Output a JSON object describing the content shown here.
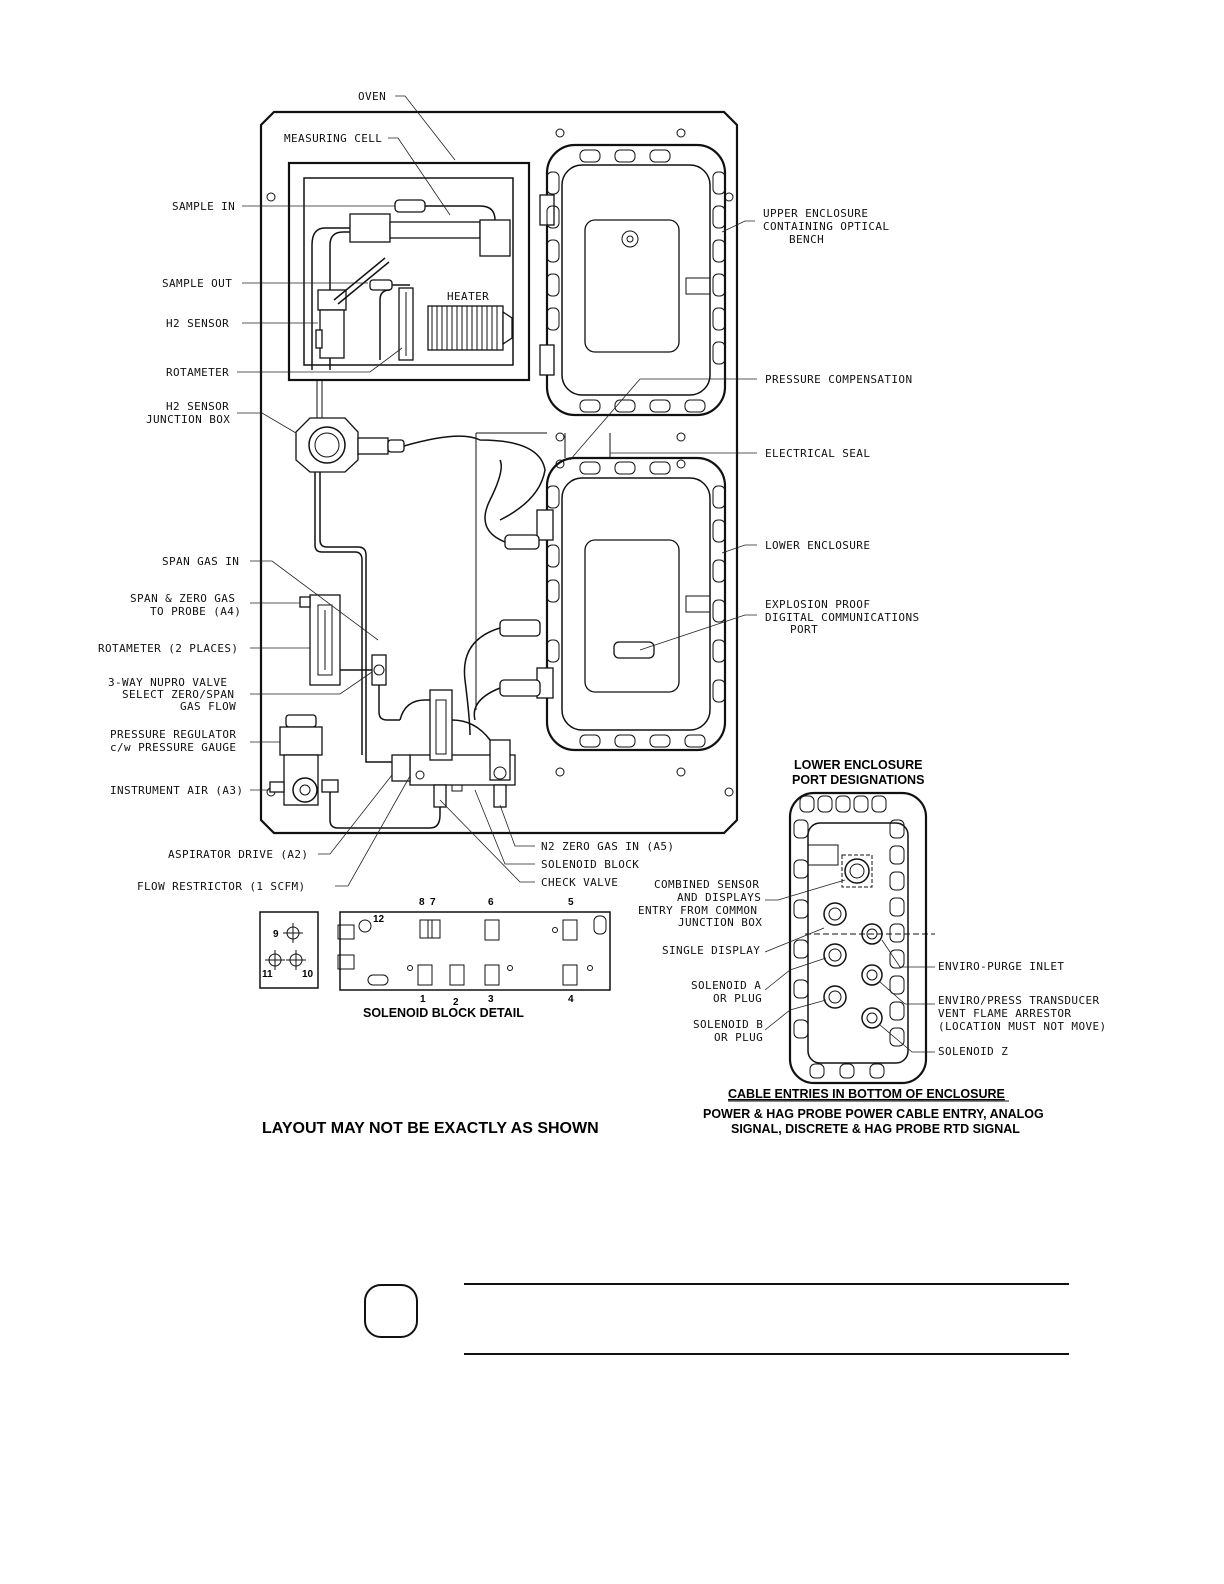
{
  "labels_left": {
    "oven": "OVEN",
    "measuring_cell": "MEASURING CELL",
    "sample_in": "SAMPLE IN",
    "sample_out": "SAMPLE OUT",
    "h2_sensor": "H2 SENSOR",
    "rotameter": "ROTAMETER",
    "h2_junction_1": "H2 SENSOR",
    "h2_junction_2": "JUNCTION BOX",
    "heater": "HEATER",
    "span_gas_in": "SPAN GAS IN",
    "span_zero_1": "SPAN & ZERO GAS",
    "span_zero_2": "TO PROBE (A4)",
    "rotameter_2": "ROTAMETER (2 PLACES)",
    "nupro_1": "3-WAY NUPRO VALVE",
    "nupro_2": "SELECT ZERO/SPAN",
    "nupro_3": "GAS FLOW",
    "pressure_reg_1": "PRESSURE REGULATOR",
    "pressure_reg_2": "c/w PRESSURE GAUGE",
    "instrument_air": "INSTRUMENT AIR (A3)",
    "aspirator_drive": "ASPIRATOR DRIVE (A2)",
    "flow_restrictor": "FLOW RESTRICTOR (1 SCFM)"
  },
  "labels_right": {
    "upper_1": "UPPER ENCLOSURE",
    "upper_2": "CONTAINING OPTICAL",
    "upper_3": "BENCH",
    "pressure_comp": "PRESSURE COMPENSATION",
    "electrical_seal": "ELECTRICAL SEAL",
    "lower_enclosure": "LOWER ENCLOSURE",
    "explosion_1": "EXPLOSION PROOF",
    "explosion_2": "DIGITAL COMMUNICATIONS",
    "explosion_3": "PORT",
    "n2_zero": "N2 ZERO GAS IN (A5)",
    "solenoid_block": "SOLENOID BLOCK",
    "check_valve": "CHECK VALVE"
  },
  "port_detail": {
    "title_1": "LOWER ENCLOSURE",
    "title_2": "PORT DESIGNATIONS",
    "combined_1": "COMBINED SENSOR",
    "combined_2": "AND DISPLAYS",
    "combined_3": "ENTRY FROM COMMON",
    "combined_4": "JUNCTION BOX",
    "single_display": "SINGLE DISPLAY",
    "solenoid_a_1": "SOLENOID A",
    "solenoid_a_2": "OR PLUG",
    "solenoid_b_1": "SOLENOID B",
    "solenoid_b_2": "OR PLUG",
    "enviro_purge": "ENVIRO-PURGE INLET",
    "enviro_press_1": "ENVIRO/PRESS TRANSDUCER",
    "enviro_press_2": "VENT FLAME ARRESTOR",
    "enviro_press_3": "(LOCATION MUST NOT MOVE)",
    "solenoid_z": "SOLENOID Z",
    "cable_entries": "CABLE ENTRIES IN BOTTOM OF ENCLOSURE",
    "power_1": "POWER & HAG PROBE POWER CABLE ENTRY, ANALOG",
    "power_2": "SIGNAL, DISCRETE & HAG PROBE RTD SIGNAL"
  },
  "solenoid_detail": {
    "title": "SOLENOID BLOCK DETAIL",
    "ports": [
      "1",
      "2",
      "3",
      "4",
      "5",
      "6",
      "7",
      "8",
      "9",
      "10",
      "11",
      "12"
    ]
  },
  "footer": {
    "layout_note": "LAYOUT MAY NOT BE EXACTLY AS SHOWN"
  }
}
